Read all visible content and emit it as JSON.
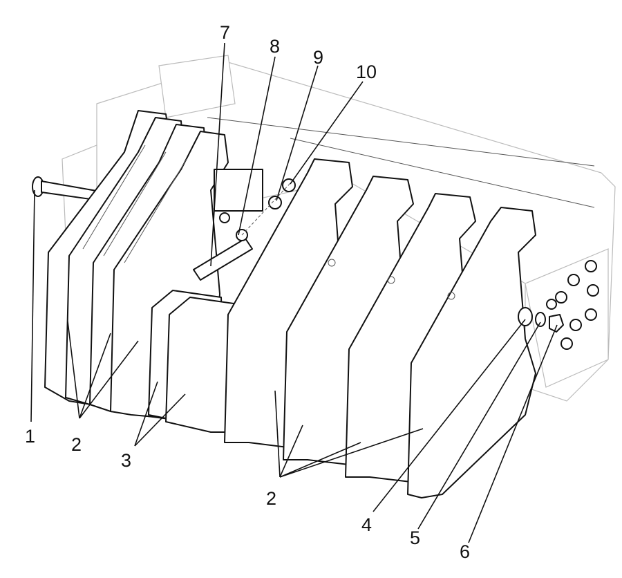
{
  "diagram": {
    "type": "exploded-assembly",
    "callouts": [
      {
        "id": "c1",
        "text": "1"
      },
      {
        "id": "c2a",
        "text": "2"
      },
      {
        "id": "c3",
        "text": "3"
      },
      {
        "id": "c7",
        "text": "7"
      },
      {
        "id": "c8",
        "text": "8"
      },
      {
        "id": "c9",
        "text": "9"
      },
      {
        "id": "c10",
        "text": "10"
      },
      {
        "id": "c2b",
        "text": "2"
      },
      {
        "id": "c4",
        "text": "4"
      },
      {
        "id": "c5",
        "text": "5"
      },
      {
        "id": "c6",
        "text": "6"
      }
    ]
  }
}
